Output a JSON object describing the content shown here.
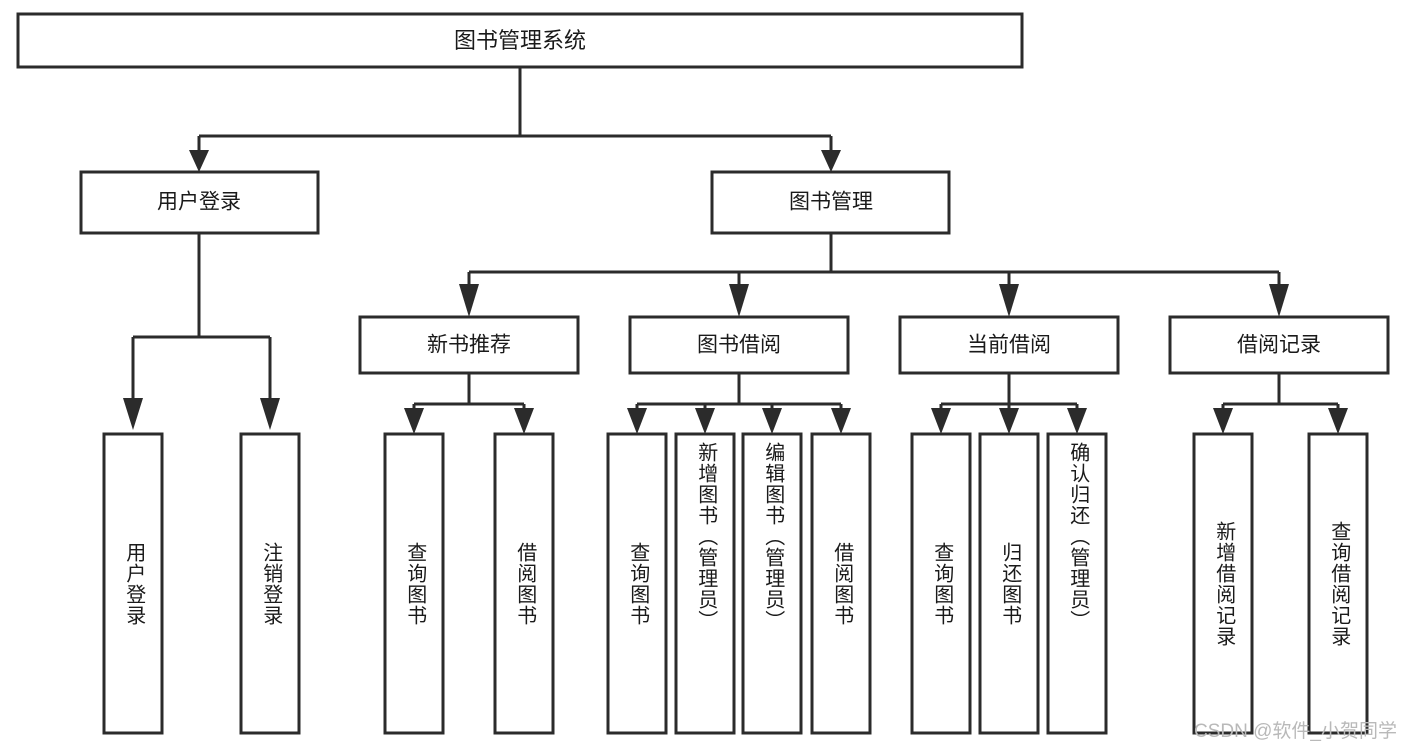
{
  "diagram": {
    "type": "tree-hierarchy",
    "title": "图书管理系统",
    "root": {
      "id": "root",
      "label": "图书管理系统",
      "orientation": "horizontal"
    },
    "level2": [
      {
        "id": "user-login",
        "label": "用户登录",
        "orientation": "horizontal"
      },
      {
        "id": "book-manage",
        "label": "图书管理",
        "orientation": "horizontal"
      }
    ],
    "level3": [
      {
        "id": "new-book-rec",
        "label": "新书推荐",
        "orientation": "horizontal",
        "parent": "book-manage"
      },
      {
        "id": "book-borrow",
        "label": "图书借阅",
        "orientation": "horizontal",
        "parent": "book-manage"
      },
      {
        "id": "current-borrow",
        "label": "当前借阅",
        "orientation": "horizontal",
        "parent": "book-manage"
      },
      {
        "id": "borrow-record",
        "label": "借阅记录",
        "orientation": "horizontal",
        "parent": "book-manage"
      }
    ],
    "leaves": [
      {
        "id": "leaf-user-login",
        "label": "用户登录",
        "orientation": "vertical",
        "parent": "user-login"
      },
      {
        "id": "leaf-logout-login",
        "label": "注销登录",
        "orientation": "vertical",
        "parent": "user-login"
      },
      {
        "id": "leaf-query-book-rec",
        "label": "查询图书",
        "orientation": "vertical",
        "parent": "new-book-rec"
      },
      {
        "id": "leaf-borrow-book-rec",
        "label": "借阅图书",
        "orientation": "vertical",
        "parent": "new-book-rec"
      },
      {
        "id": "leaf-query-book-borrow",
        "label": "查询图书",
        "orientation": "vertical",
        "parent": "book-borrow"
      },
      {
        "id": "leaf-add-book-admin",
        "label": "新增图书（管理员）",
        "orientation": "vertical",
        "parent": "book-borrow"
      },
      {
        "id": "leaf-edit-book-admin",
        "label": "编辑图书（管理员）",
        "orientation": "vertical",
        "parent": "book-borrow"
      },
      {
        "id": "leaf-borrow-book",
        "label": "借阅图书",
        "orientation": "vertical",
        "parent": "book-borrow"
      },
      {
        "id": "leaf-query-book-cur",
        "label": "查询图书",
        "orientation": "vertical",
        "parent": "current-borrow"
      },
      {
        "id": "leaf-return-book",
        "label": "归还图书",
        "orientation": "vertical",
        "parent": "current-borrow"
      },
      {
        "id": "leaf-confirm-return-admin",
        "label": "确认归还（管理员）",
        "orientation": "vertical",
        "parent": "current-borrow"
      },
      {
        "id": "leaf-add-borrow-record",
        "label": "新增借阅记录",
        "orientation": "vertical",
        "parent": "borrow-record"
      },
      {
        "id": "leaf-query-borrow-record",
        "label": "查询借阅记录",
        "orientation": "vertical",
        "parent": "borrow-record"
      }
    ],
    "colors": {
      "stroke": "#2b2b2b",
      "box_fill": "#ffffff",
      "text": "#1a1a1a",
      "background": "#ffffff",
      "watermark": "#b9b9b9"
    }
  },
  "watermark": {
    "text": "CSDN @软件_小贺同学"
  }
}
